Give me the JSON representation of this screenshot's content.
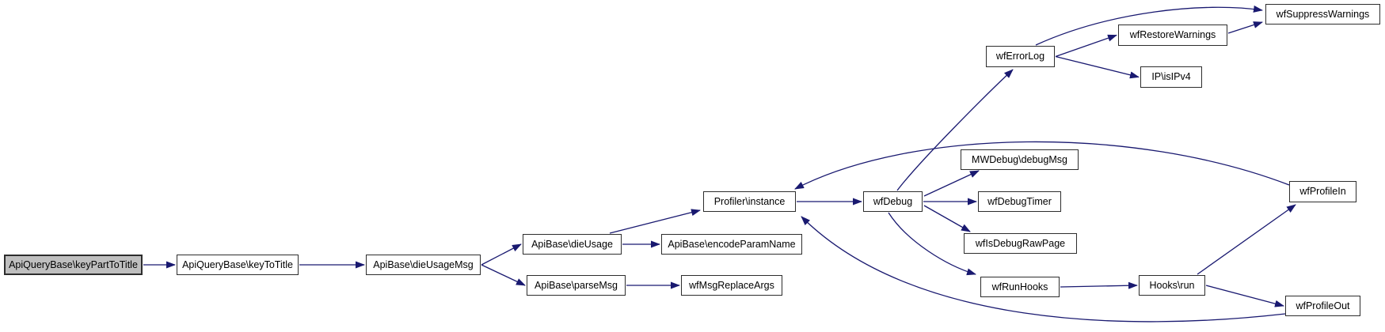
{
  "diagram": {
    "type": "call-graph",
    "background": "#ffffff",
    "edge_color": "#191970",
    "node_border_color": "#2d2d2d",
    "node_fill": "#ffffff",
    "highlight_fill": "#bfbfbf",
    "nodes": [
      {
        "id": "ApiQueryBase\\keyPartToTitle",
        "label": "ApiQueryBase\\keyPartToTitle",
        "highlight": true
      },
      {
        "id": "ApiQueryBase\\keyToTitle",
        "label": "ApiQueryBase\\keyToTitle",
        "highlight": false
      },
      {
        "id": "ApiBase\\dieUsageMsg",
        "label": "ApiBase\\dieUsageMsg",
        "highlight": false
      },
      {
        "id": "ApiBase\\dieUsage",
        "label": "ApiBase\\dieUsage",
        "highlight": false
      },
      {
        "id": "ApiBase\\encodeParamName",
        "label": "ApiBase\\encodeParamName",
        "highlight": false
      },
      {
        "id": "ApiBase\\parseMsg",
        "label": "ApiBase\\parseMsg",
        "highlight": false
      },
      {
        "id": "wfMsgReplaceArgs",
        "label": "wfMsgReplaceArgs",
        "highlight": false
      },
      {
        "id": "Profiler\\instance",
        "label": "Profiler\\instance",
        "highlight": false
      },
      {
        "id": "wfDebug",
        "label": "wfDebug",
        "highlight": false
      },
      {
        "id": "MWDebug\\debugMsg",
        "label": "MWDebug\\debugMsg",
        "highlight": false
      },
      {
        "id": "wfDebugTimer",
        "label": "wfDebugTimer",
        "highlight": false
      },
      {
        "id": "wfIsDebugRawPage",
        "label": "wfIsDebugRawPage",
        "highlight": false
      },
      {
        "id": "wfRunHooks",
        "label": "wfRunHooks",
        "highlight": false
      },
      {
        "id": "wfErrorLog",
        "label": "wfErrorLog",
        "highlight": false
      },
      {
        "id": "wfRestoreWarnings",
        "label": "wfRestoreWarnings",
        "highlight": false
      },
      {
        "id": "wfSuppressWarnings",
        "label": "wfSuppressWarnings",
        "highlight": false
      },
      {
        "id": "IP\\isIPv4",
        "label": "IP\\isIPv4",
        "highlight": false
      },
      {
        "id": "wfProfileIn",
        "label": "wfProfileIn",
        "highlight": false
      },
      {
        "id": "Hooks\\run",
        "label": "Hooks\\run",
        "highlight": false
      },
      {
        "id": "wfProfileOut",
        "label": "wfProfileOut",
        "highlight": false
      }
    ],
    "edges": [
      {
        "from": "ApiQueryBase\\keyPartToTitle",
        "to": "ApiQueryBase\\keyToTitle"
      },
      {
        "from": "ApiQueryBase\\keyToTitle",
        "to": "ApiBase\\dieUsageMsg"
      },
      {
        "from": "ApiBase\\dieUsageMsg",
        "to": "ApiBase\\dieUsage"
      },
      {
        "from": "ApiBase\\dieUsageMsg",
        "to": "ApiBase\\parseMsg"
      },
      {
        "from": "ApiBase\\dieUsage",
        "to": "ApiBase\\encodeParamName"
      },
      {
        "from": "ApiBase\\dieUsage",
        "to": "Profiler\\instance"
      },
      {
        "from": "ApiBase\\parseMsg",
        "to": "wfMsgReplaceArgs"
      },
      {
        "from": "Profiler\\instance",
        "to": "wfDebug"
      },
      {
        "from": "wfDebug",
        "to": "wfErrorLog"
      },
      {
        "from": "wfDebug",
        "to": "MWDebug\\debugMsg"
      },
      {
        "from": "wfDebug",
        "to": "wfDebugTimer"
      },
      {
        "from": "wfDebug",
        "to": "wfIsDebugRawPage"
      },
      {
        "from": "wfDebug",
        "to": "wfRunHooks"
      },
      {
        "from": "wfErrorLog",
        "to": "wfSuppressWarnings"
      },
      {
        "from": "wfErrorLog",
        "to": "wfRestoreWarnings"
      },
      {
        "from": "wfErrorLog",
        "to": "IP\\isIPv4"
      },
      {
        "from": "wfRestoreWarnings",
        "to": "wfSuppressWarnings"
      },
      {
        "from": "wfRunHooks",
        "to": "Hooks\\run"
      },
      {
        "from": "Hooks\\run",
        "to": "wfProfileIn"
      },
      {
        "from": "Hooks\\run",
        "to": "wfProfileOut"
      },
      {
        "from": "wfProfileIn",
        "to": "Profiler\\instance"
      },
      {
        "from": "wfProfileOut",
        "to": "Profiler\\instance"
      }
    ]
  }
}
